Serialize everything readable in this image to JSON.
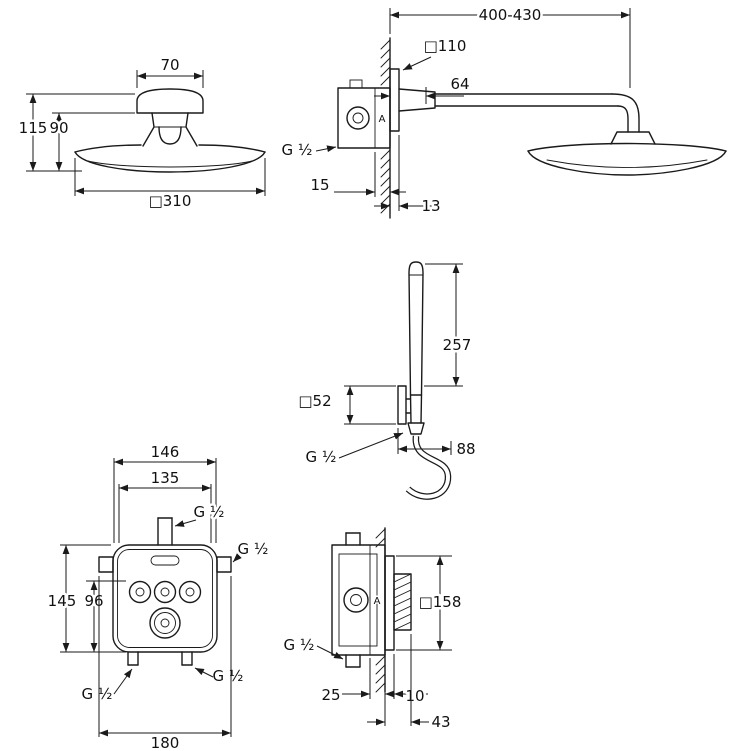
{
  "colors": {
    "line": "#1a1a1a",
    "background": "#ffffff"
  },
  "views": {
    "head_profile": {
      "top_width": "70",
      "total_height": "115",
      "body_height": "90",
      "head_width": "□310"
    },
    "arm_installation": {
      "projection": "400-430",
      "escutcheon": "□110",
      "flange": "64",
      "thread": "G ½",
      "wall_depth": "15",
      "plate_depth": "13",
      "body_mark": "A"
    },
    "hand_shower": {
      "length": "257",
      "escutcheon": "□52",
      "thread": "G ½",
      "projection": "88"
    },
    "thermostat_front": {
      "upper_width": "146",
      "inner_width": "135",
      "thread_top": "G ½",
      "thread_right": "G ½",
      "total_height": "145",
      "lower_height": "96",
      "thread_bottom_left": "G ½",
      "thread_bottom_right": "G ½",
      "overall_width": "180"
    },
    "thermostat_side": {
      "escutcheon": "□158",
      "thread": "G ½",
      "box_depth": "25",
      "plate_depth": "10",
      "total_depth": "43",
      "body_mark": "A"
    }
  }
}
